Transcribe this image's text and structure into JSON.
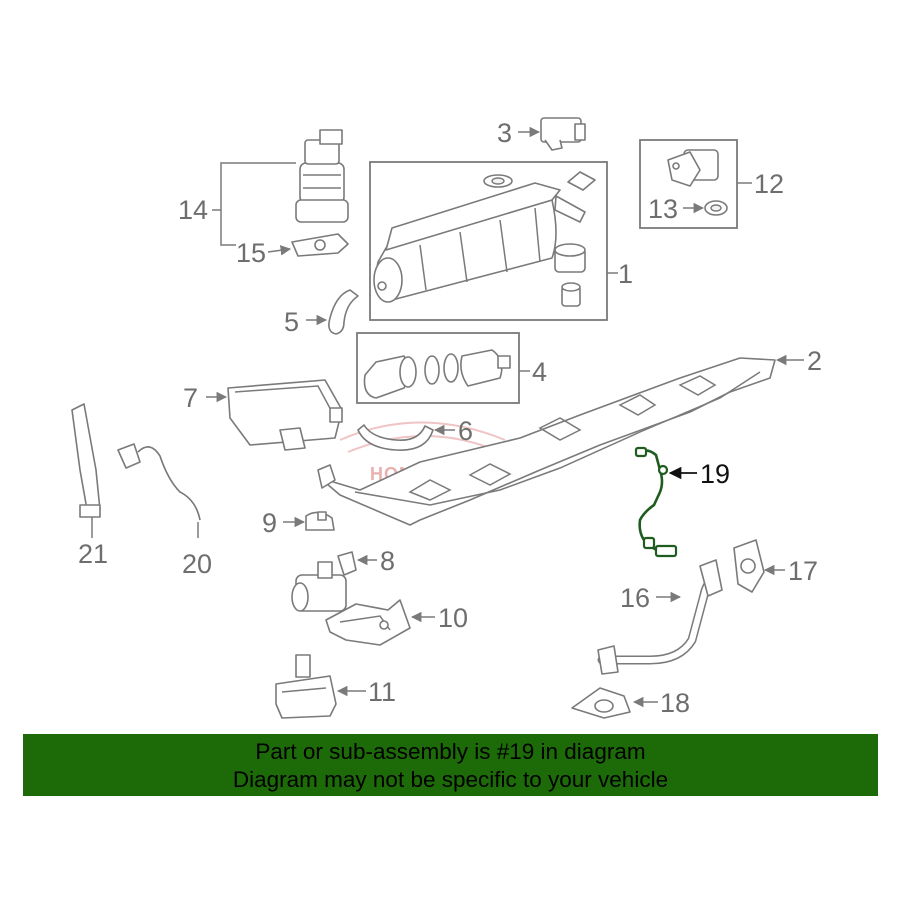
{
  "callouts": {
    "c1": "1",
    "c2": "2",
    "c3": "3",
    "c4": "4",
    "c5": "5",
    "c6": "6",
    "c7": "7",
    "c8": "8",
    "c9": "9",
    "c10": "10",
    "c11": "11",
    "c12": "12",
    "c13": "13",
    "c14": "14",
    "c15": "15",
    "c16": "16",
    "c17": "17",
    "c18": "18",
    "c19": "19",
    "c20": "20",
    "c21": "21"
  },
  "watermark": "HONDA DREAM",
  "banner": {
    "line1": "Part or sub-assembly is #19 in diagram",
    "line2": "Diagram may not be specific to your vehicle"
  },
  "colors": {
    "banner_bg": "#1d6a08",
    "highlight": "#1f5c1f",
    "line_art": "#7a7a7a"
  }
}
